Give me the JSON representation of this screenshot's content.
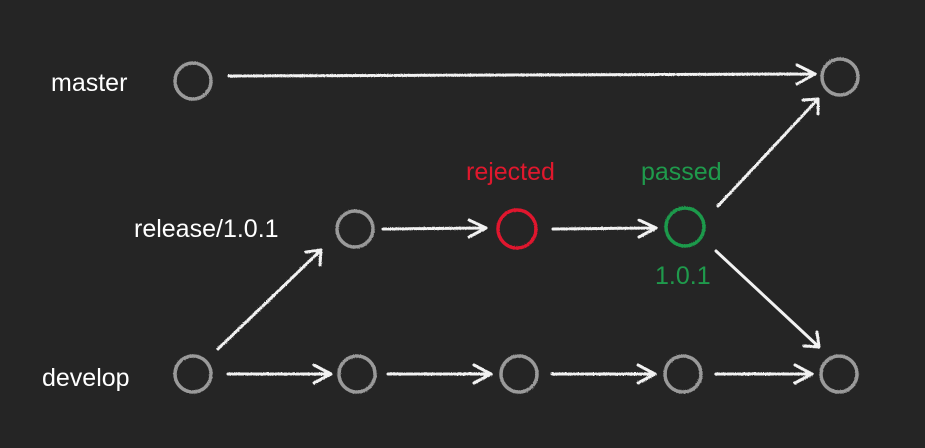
{
  "branches": {
    "master": "master",
    "release": "release/1.0.1",
    "develop": "develop"
  },
  "annotations": {
    "rejected": "rejected",
    "passed": "passed",
    "version": "1.0.1"
  },
  "colors": {
    "background": "#252525",
    "node_default": "#9a9a9a",
    "arrow": "#f2f2f2",
    "rejected": "#e0182d",
    "passed": "#1f9a4c"
  }
}
